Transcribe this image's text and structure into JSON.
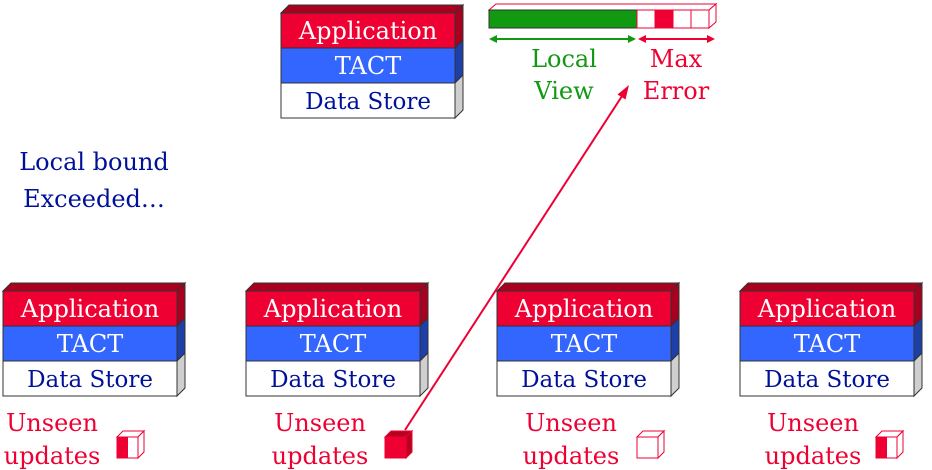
{
  "colors": {
    "application": "#ee0033",
    "tact": "#3366ff",
    "data_store": "#ffffff",
    "accent_red": "#ee0033",
    "accent_green": "#119911",
    "text_blue": "#001199"
  },
  "layers": {
    "application": "Application",
    "tact": "TACT",
    "data_store": "Data Store"
  },
  "bound_message": [
    "Local bound",
    "Exceeded…"
  ],
  "view_bar": {
    "local_view": [
      "Local",
      "View"
    ],
    "max_error": [
      "Max",
      "Error"
    ]
  },
  "unseen_updates": [
    "Unseen",
    "updates"
  ],
  "bottom_nodes": [
    {
      "id": "node-1",
      "update": "partial"
    },
    {
      "id": "node-2",
      "update": "full"
    },
    {
      "id": "node-3",
      "update": "empty"
    },
    {
      "id": "node-4",
      "update": "partial"
    }
  ]
}
